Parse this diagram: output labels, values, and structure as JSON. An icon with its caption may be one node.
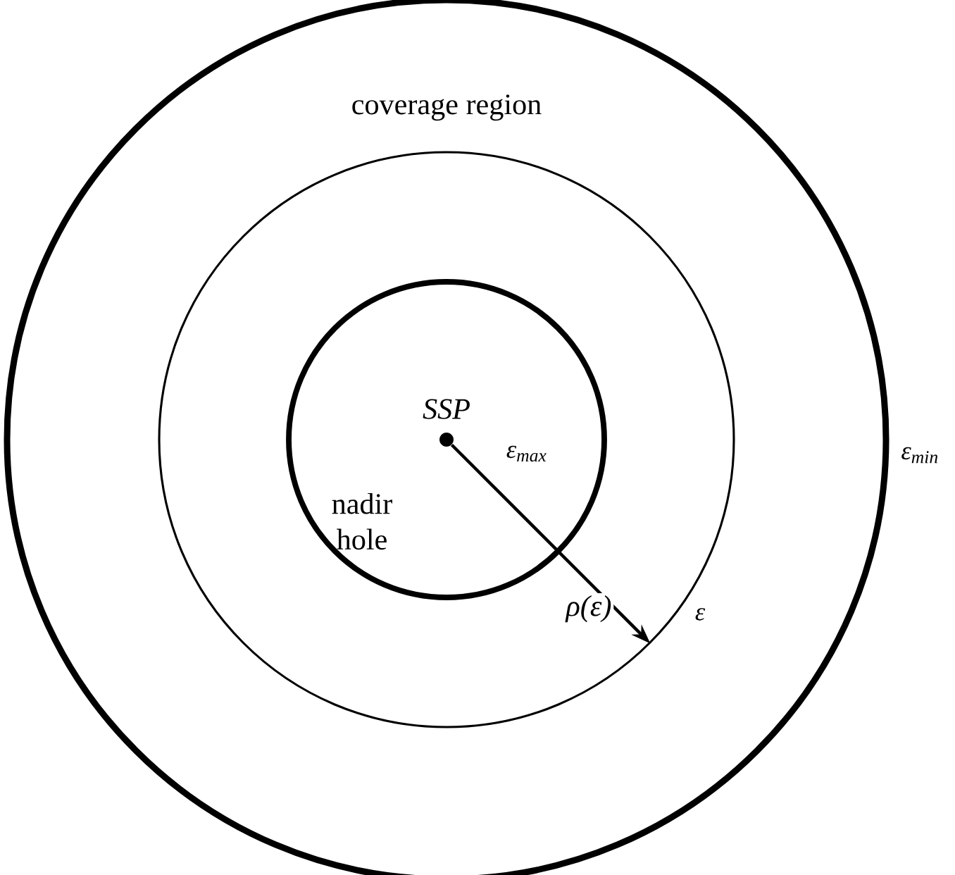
{
  "diagram": {
    "nodes": [
      {
        "text": [
          "coverage region"
        ],
        "beside": [
          "ε$_{min}$"
        ]
      },
      {
        "text": [],
        "shape": "circle",
        "in": 0,
        "beside": [
          "ε"
        ]
      },
      {
        "text": [
          "nadir hole"
        ],
        "in": 1,
        "beside": [
          "ε$_{max}$"
        ]
      },
      {
        "text": [
          "SSP"
        ],
        "in": 2
      }
    ],
    "edges": [
      {
        "from": 3,
        "to": 1,
        "arrow": "to",
        "label": "ρ(ε)"
      }
    ]
  }
}
